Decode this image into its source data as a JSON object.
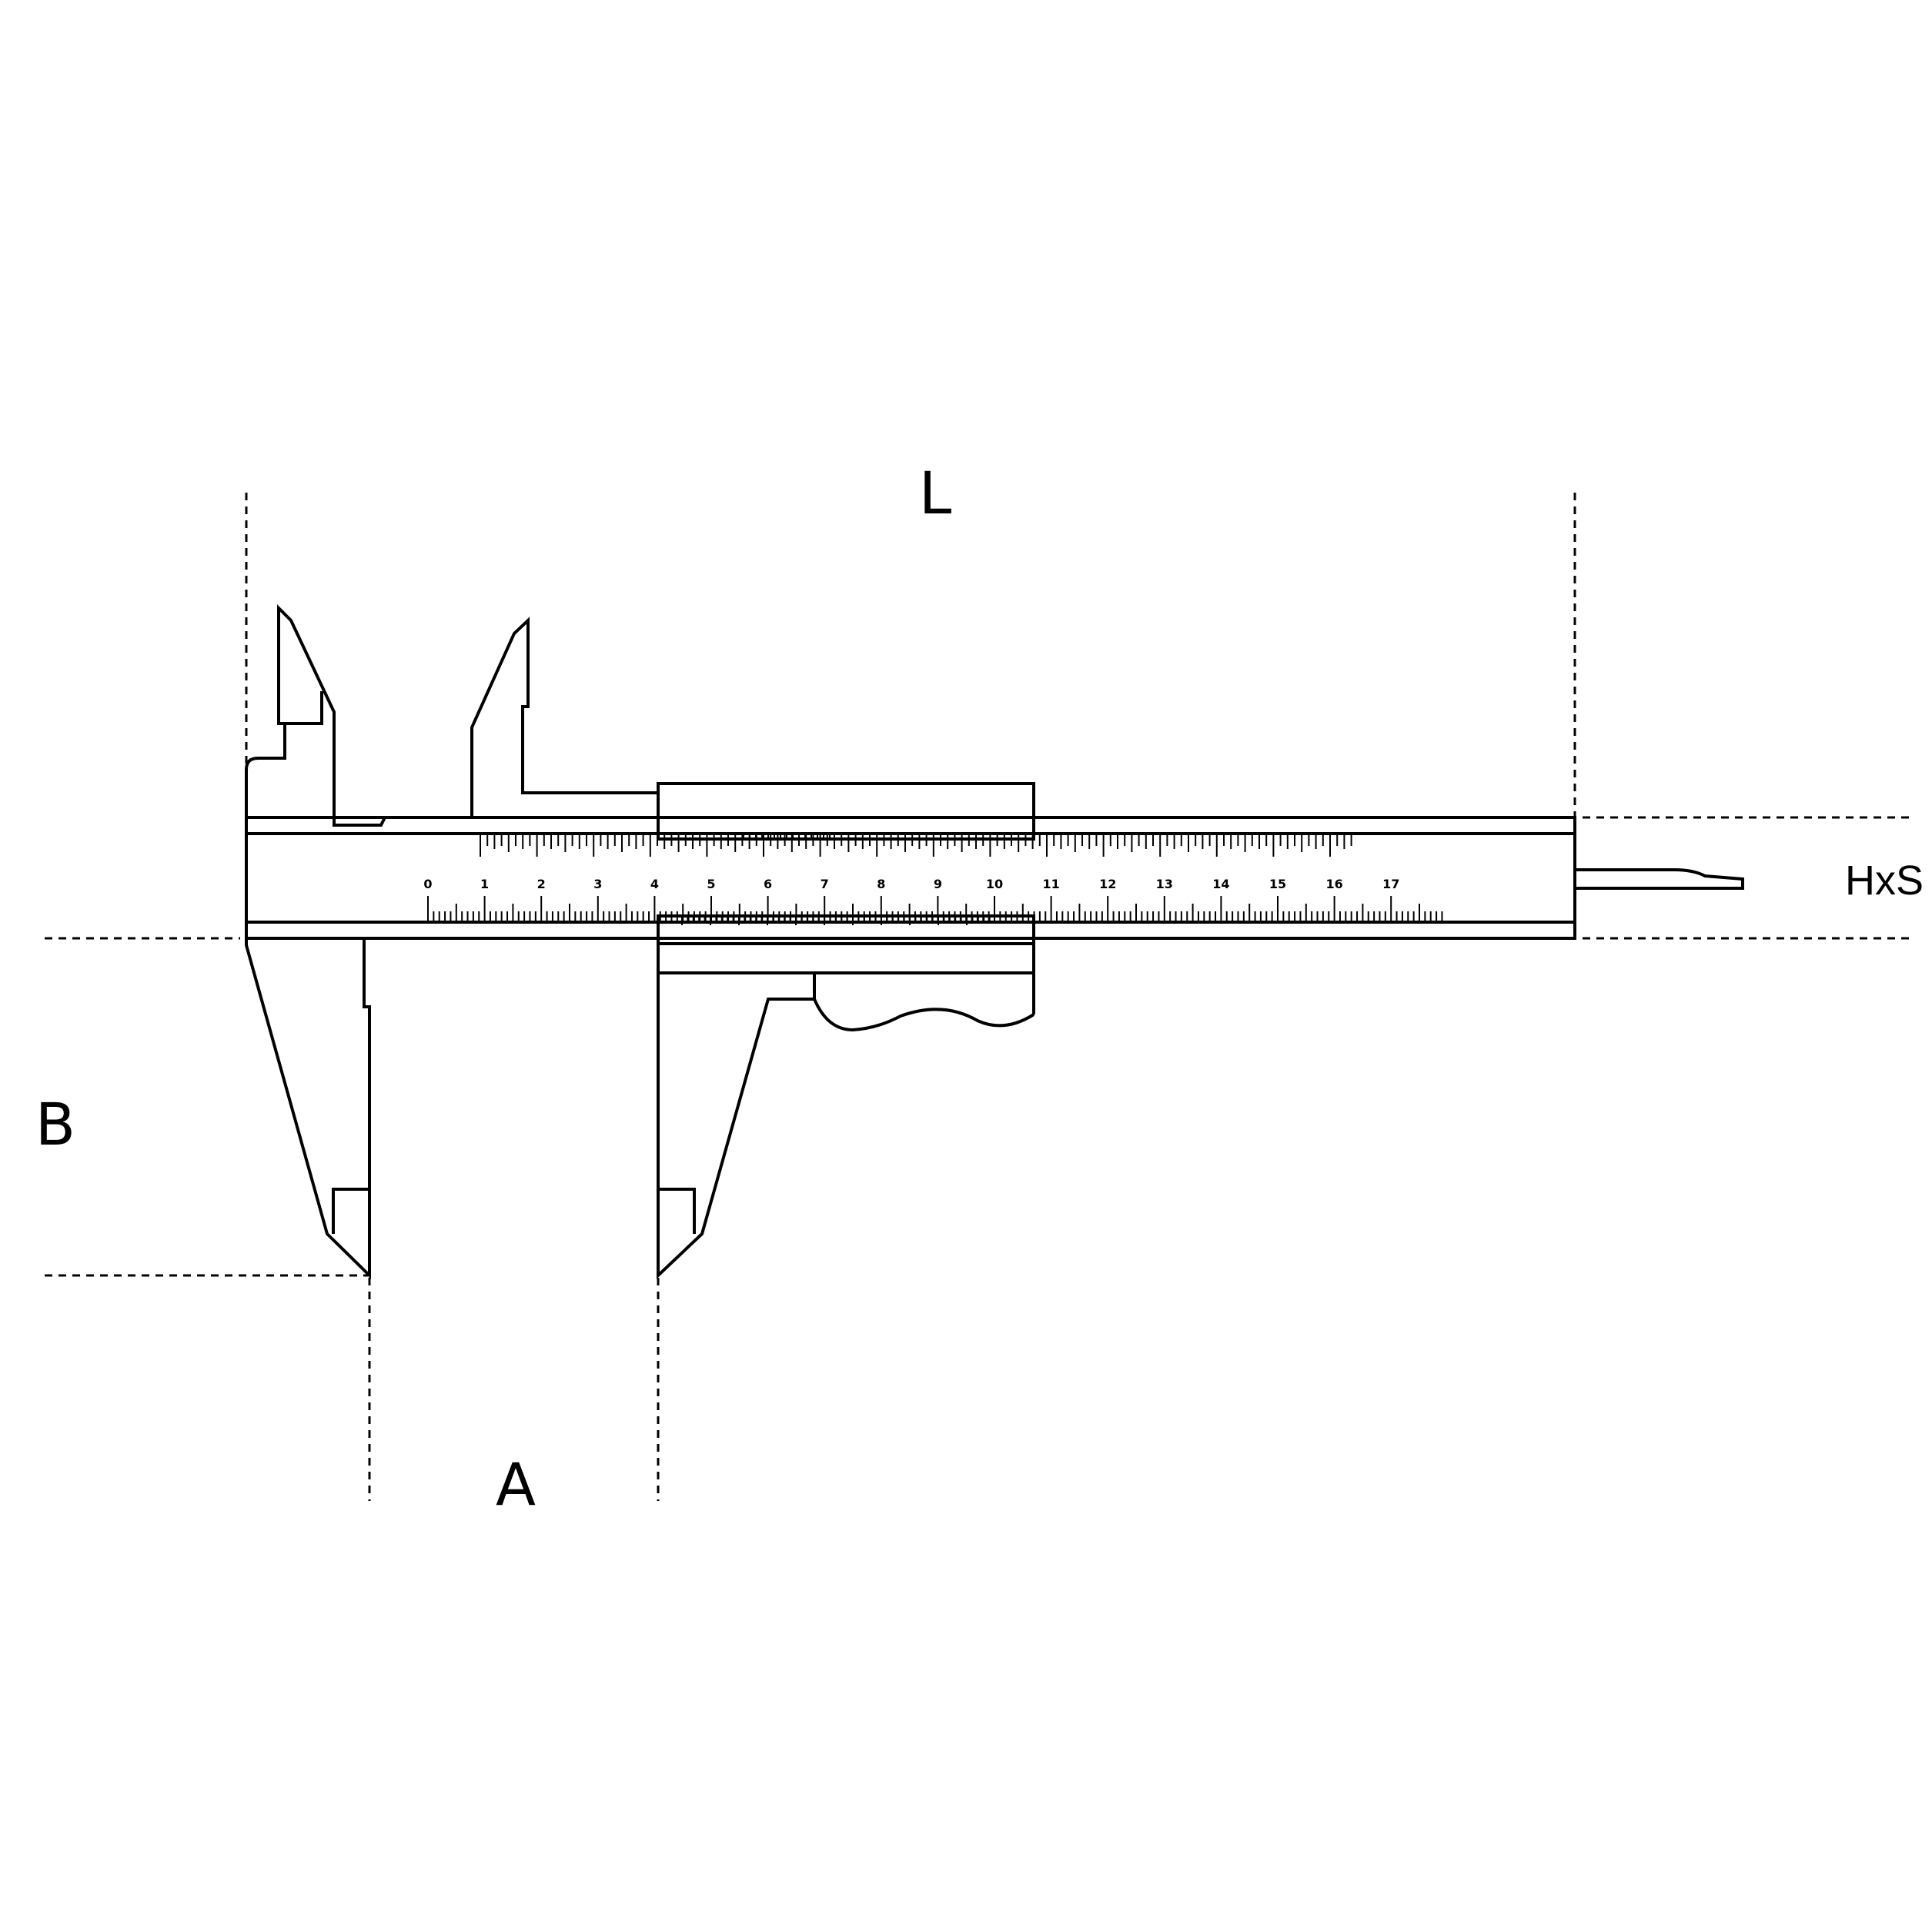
{
  "labels": {
    "length": "L",
    "height": "B",
    "jaw_opening": "A",
    "section": "HxS"
  },
  "main_scale": {
    "numbers": [
      "0",
      "1",
      "2",
      "3",
      "4",
      "5",
      "6",
      "7",
      "8",
      "9",
      "10",
      "11",
      "12",
      "13",
      "14",
      "15",
      "16",
      "17"
    ]
  },
  "colors": {
    "line": "#000000",
    "background": "#ffffff"
  }
}
